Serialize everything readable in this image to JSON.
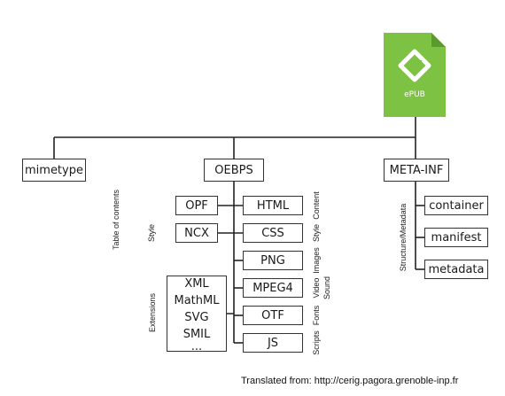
{
  "logo": {
    "label": "ePUB",
    "color": "#7dc242"
  },
  "root": {
    "mimetype": "mimetype",
    "oebps": "OEBPS",
    "meta_inf": "META-INF"
  },
  "oebps_left": {
    "opf": "OPF",
    "ncx": "NCX"
  },
  "oebps_right": {
    "html": "HTML",
    "css": "CSS",
    "png": "PNG",
    "mpeg4": "MPEG4",
    "otf": "OTF",
    "js": "JS"
  },
  "extensions": [
    "XML",
    "MathML",
    "SVG",
    "SMIL",
    "..."
  ],
  "meta_items": {
    "container": "container",
    "manifest": "manifest",
    "metadata": "metadata"
  },
  "labels": {
    "table_of_contents": "Table of contents",
    "style_left": "Style",
    "extensions": "Extensions",
    "content": "Content",
    "style": "Style",
    "images": "Images",
    "video": "Video",
    "sound": "Sound",
    "fonts": "Fonts",
    "scripts": "Scripts",
    "structure_metadata": "Structure/Metadata"
  },
  "footer": "Translated from: http://cerig.pagora.grenoble-inp.fr"
}
